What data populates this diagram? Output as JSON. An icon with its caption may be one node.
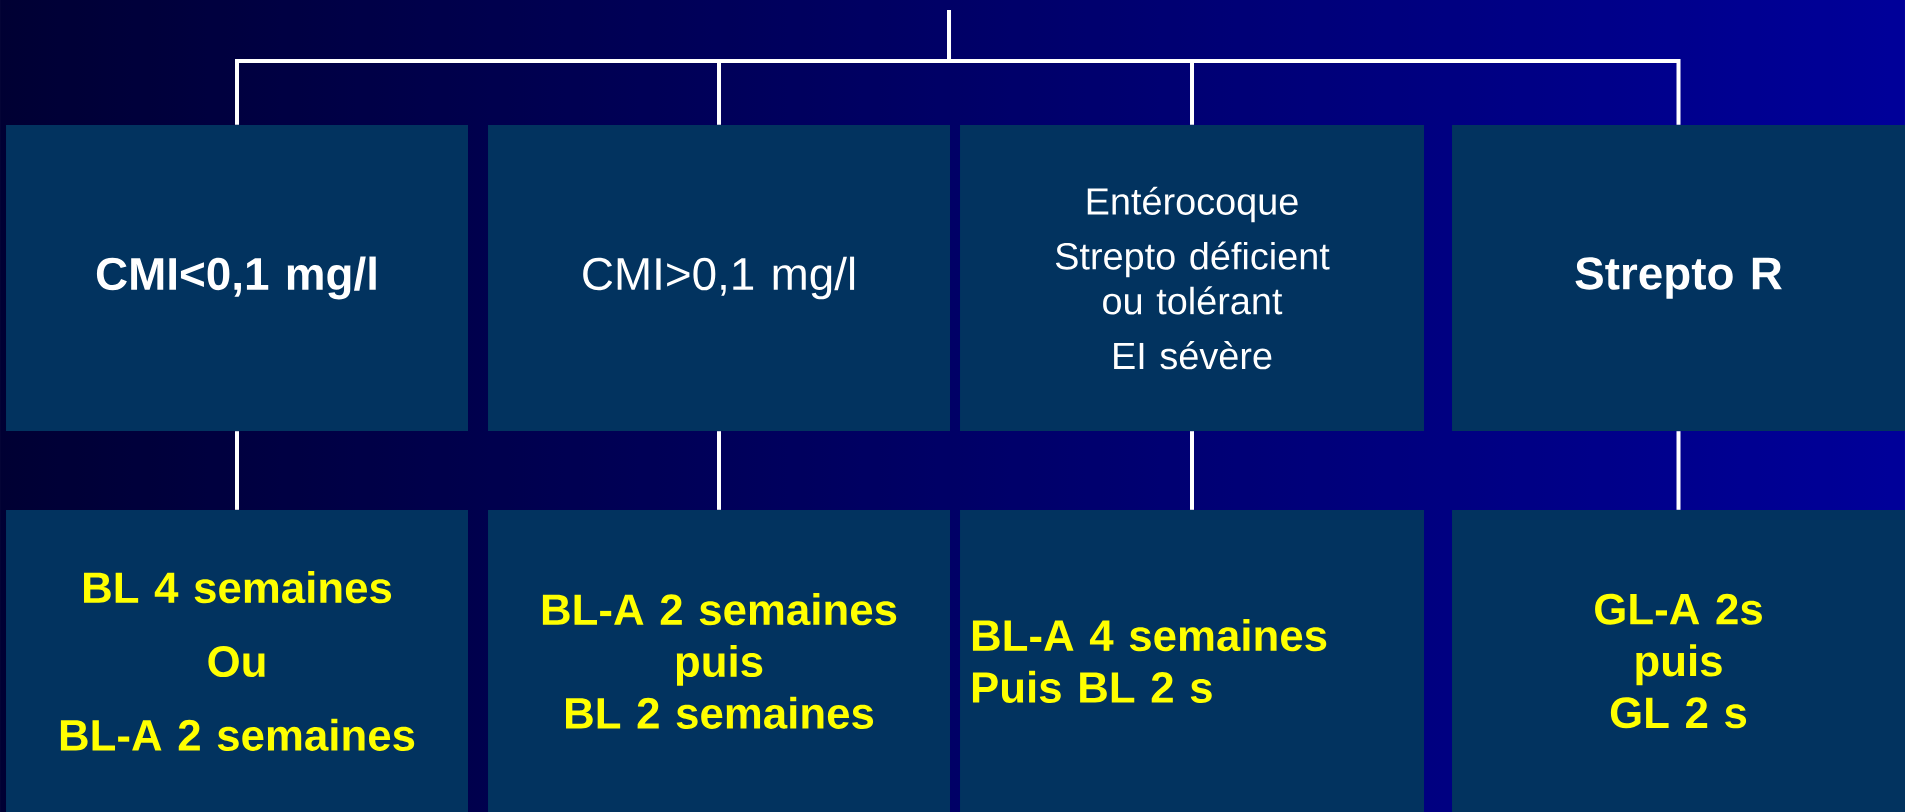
{
  "diagram": {
    "nodes": [
      {
        "text": [
          "CMI<0,1 mg/l"
        ]
      },
      {
        "text": [
          "CMI>0,1 mg/l"
        ]
      },
      {
        "text": [
          "Entérocoque",
          "Strepto déficient ou tolérant",
          "EI sévère"
        ]
      },
      {
        "text": [
          "Strepto R"
        ]
      },
      {
        "text": [
          "BL 4 semaines",
          "Ou",
          "BL-A 2 semaines"
        ]
      },
      {
        "text": [
          "BL-A 2 semaines",
          "puis",
          "BL 2 semaines"
        ]
      },
      {
        "text": [
          "BL-A 4 semaines",
          "Puis BL 2 s"
        ]
      },
      {
        "text": [
          "GL-A 2s",
          "puis",
          "GL 2 s"
        ]
      }
    ],
    "edges": [
      {
        "from": null,
        "to": 0,
        "arrow": "none"
      },
      {
        "from": null,
        "to": 1,
        "arrow": "none"
      },
      {
        "from": null,
        "to": 2,
        "arrow": "none"
      },
      {
        "from": null,
        "to": 3,
        "arrow": "none"
      },
      {
        "from": 0,
        "to": 4,
        "arrow": "none"
      },
      {
        "from": 1,
        "to": 5,
        "arrow": "none"
      },
      {
        "from": 2,
        "to": 6,
        "arrow": "none"
      },
      {
        "from": 3,
        "to": 7,
        "arrow": "none"
      }
    ]
  }
}
